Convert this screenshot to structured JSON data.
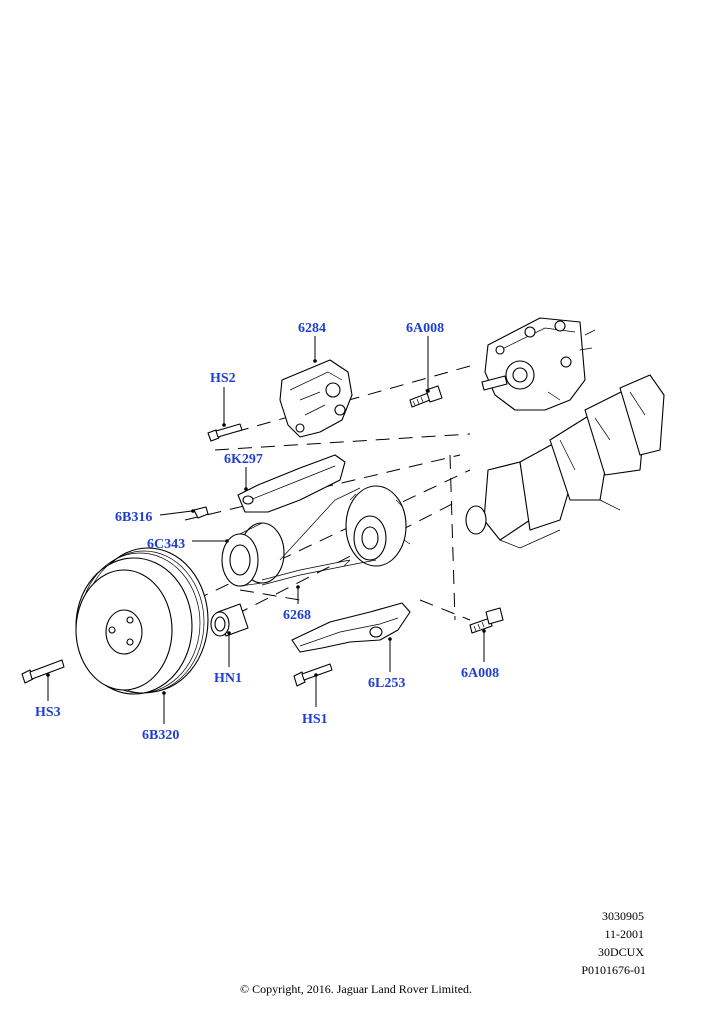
{
  "labels": {
    "p6284": "6284",
    "p6A008_top": "6A008",
    "pHS2": "HS2",
    "p6K297": "6K297",
    "p6B316": "6B316",
    "p6C343": "6C343",
    "p6268": "6268",
    "p6A008_bottom": "6A008",
    "pHN1": "HN1",
    "p6L253": "6L253",
    "pHS3": "HS3",
    "pHS1": "HS1",
    "p6B320": "6B320"
  },
  "footer": {
    "code1": "3030905",
    "date": "11-2001",
    "model": "30DCUX",
    "ref": "P0101676-01",
    "copyright": "© Copyright, 2016. Jaguar Land Rover Limited."
  },
  "colors": {
    "label": "#1f3fd0",
    "ink": "#000000",
    "background": "#ffffff"
  }
}
